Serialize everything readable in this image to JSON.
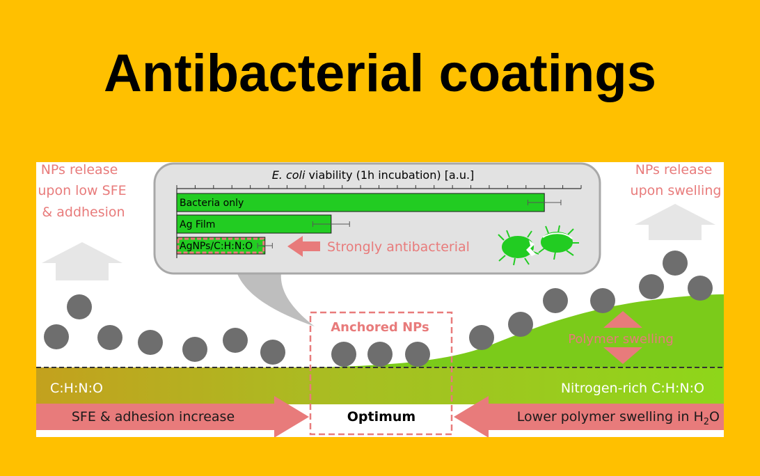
{
  "title": "Antibacterial coatings",
  "left_note": [
    "NPs release",
    "upon low SFE",
    "& addhesion"
  ],
  "right_note": [
    "NPs release",
    "upon swelling"
  ],
  "chart_data": {
    "type": "bar",
    "title_italic": "E. coli",
    "title_rest": " viability (1h incubation) [a.u.]",
    "categories": [
      "Bacteria only",
      "Ag Film",
      "AgNPs/C:H:N:O"
    ],
    "values": [
      1.0,
      0.42,
      0.24
    ],
    "errors": [
      0.045,
      0.05,
      0.02
    ],
    "xlim": [
      0,
      1.1
    ]
  },
  "callout": "Strongly antibacterial",
  "anchored_label": "Anchored NPs",
  "polymer_label": "Polymer swelling",
  "left_layer": "C:H:N:O",
  "right_layer": "Nitrogen-rich C:H:N:O",
  "bottom": {
    "left": "SFE & adhesion increase",
    "center": "Optimum",
    "right_text": "Lower polymer swelling in H",
    "right_sub": "2",
    "right_end": "O"
  },
  "colors": {
    "background": "#FFC000",
    "bar_green": "#22CC22",
    "pink": "#E87B7B",
    "ball": "#6E6E6E"
  }
}
